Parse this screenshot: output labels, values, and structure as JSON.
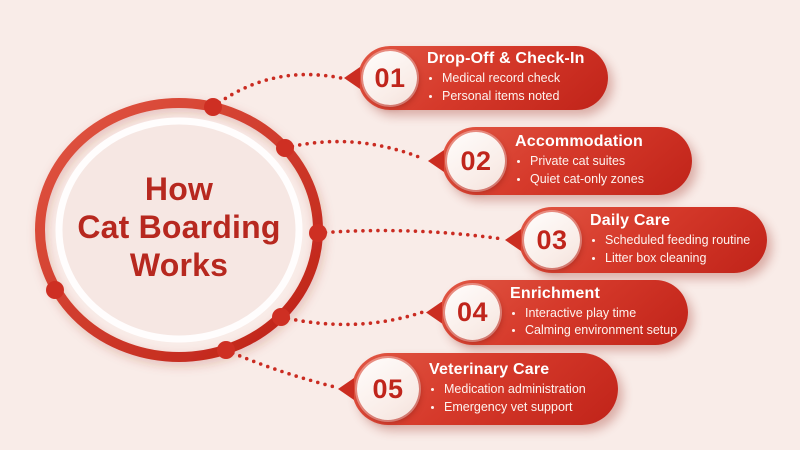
{
  "infographic": {
    "center_title": {
      "lines": [
        "How",
        "Cat Boarding",
        "Works"
      ]
    },
    "steps": [
      {
        "number": "01",
        "title": "Drop-Off & Check-In",
        "bullets": [
          "Medical record check",
          "Personal items noted"
        ]
      },
      {
        "number": "02",
        "title": "Accommodation",
        "bullets": [
          "Private cat suites",
          "Quiet cat-only zones"
        ]
      },
      {
        "number": "03",
        "title": "Daily Care",
        "bullets": [
          "Scheduled feeding routine",
          "Litter box cleaning"
        ]
      },
      {
        "number": "04",
        "title": "Enrichment",
        "bullets": [
          "Interactive play time",
          "Calming environment setup"
        ]
      },
      {
        "number": "05",
        "title": "Veterinary Care",
        "bullets": [
          "Medication administration",
          "Emergency vet support"
        ]
      }
    ],
    "colors": {
      "background": "#f9ece8",
      "red_light": "#e15744",
      "red_dark": "#c02319",
      "ring_red_light": "#e25743",
      "ring_red_dark": "#bd2016",
      "inner_circle_fill": "#f6e7e3",
      "white_ring": "#fffdfd",
      "number_red": "#c0251c",
      "center_text_red": "#b7281f",
      "dot_red": "#ca2b21",
      "text_white": "#ffffff"
    }
  }
}
